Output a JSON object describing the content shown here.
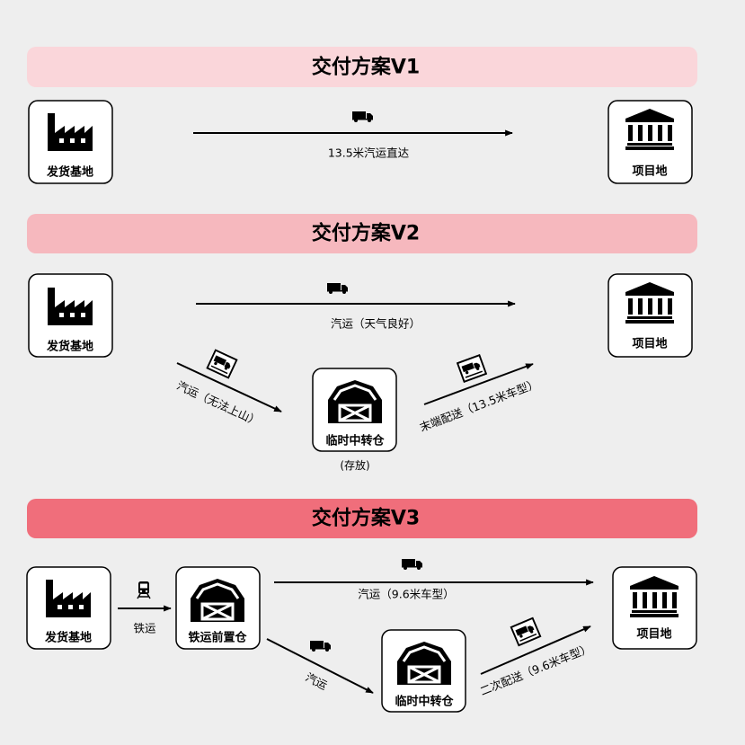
{
  "colors": {
    "background": "#eeeeee",
    "plan_v1_header": "#fad6da",
    "plan_v2_header": "#f6b8be",
    "plan_v3_header": "#f06e7b"
  },
  "plans": [
    {
      "title": "交付方案V1",
      "origin": {
        "label": "发货基地",
        "icon": "factory-icon"
      },
      "destination": {
        "label": "项目地",
        "icon": "building-icon"
      },
      "routes": {
        "direct": {
          "label": "13.5米汽运直达",
          "icon": "truck-icon"
        }
      }
    },
    {
      "title": "交付方案V2",
      "origin": {
        "label": "发货基地",
        "icon": "factory-icon"
      },
      "destination": {
        "label": "项目地",
        "icon": "building-icon"
      },
      "transfer": {
        "label": "临时中转仓",
        "note": "(存放)",
        "icon": "barn-icon"
      },
      "routes": {
        "direct": {
          "label": "汽运（天气良好）",
          "icon": "truck-icon"
        },
        "to_transfer": {
          "label": "汽运（无法上山）",
          "icon": "truck-sign-icon"
        },
        "from_transfer": {
          "label": "末端配送（13.5米车型）",
          "icon": "truck-sign-icon"
        }
      }
    },
    {
      "title": "交付方案V3",
      "origin": {
        "label": "发货基地",
        "icon": "factory-icon"
      },
      "rail_warehouse": {
        "label": "铁运前置仓",
        "icon": "barn-icon"
      },
      "destination": {
        "label": "项目地",
        "icon": "building-icon"
      },
      "transfer": {
        "label": "临时中转仓",
        "icon": "barn-icon"
      },
      "routes": {
        "rail": {
          "label": "铁运",
          "icon": "train-icon"
        },
        "direct": {
          "label": "汽运（9.6米车型）",
          "icon": "truck-icon"
        },
        "to_transfer": {
          "label": "汽运",
          "icon": "truck-icon"
        },
        "from_transfer": {
          "label": "二次配送（9.6米车型）",
          "icon": "truck-sign-icon"
        }
      }
    }
  ]
}
